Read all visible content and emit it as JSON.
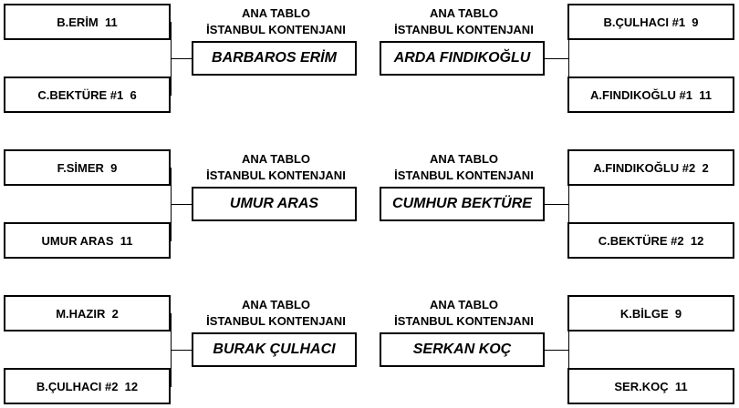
{
  "matches": [
    {
      "header_line1": "ANA TABLO",
      "header_line2": "İSTANBUL KONTENJANI",
      "player_top": "B.ERİM  11",
      "player_bottom": "C.BEKTÜRE #1  6",
      "winner": "BARBAROS ERİM"
    },
    {
      "header_line1": "ANA TABLO",
      "header_line2": "İSTANBUL KONTENJANI",
      "player_top": "B.ÇULHACI #1  9",
      "player_bottom": "A.FINDIKOĞLU #1  11",
      "winner": "ARDA FINDIKOĞLU"
    },
    {
      "header_line1": "ANA TABLO",
      "header_line2": "İSTANBUL KONTENJANI",
      "player_top": "F.SİMER  9",
      "player_bottom": "UMUR ARAS  11",
      "winner": "UMUR ARAS"
    },
    {
      "header_line1": "ANA TABLO",
      "header_line2": "İSTANBUL KONTENJANI",
      "player_top": "A.FINDIKOĞLU #2  2",
      "player_bottom": "C.BEKTÜRE #2  12",
      "winner": "CUMHUR BEKTÜRE"
    },
    {
      "header_line1": "ANA TABLO",
      "header_line2": "İSTANBUL KONTENJANI",
      "player_top": "M.HAZIR  2",
      "player_bottom": "B.ÇULHACI #2  12",
      "winner": "BURAK ÇULHACI"
    },
    {
      "header_line1": "ANA TABLO",
      "header_line2": "İSTANBUL KONTENJANI",
      "player_top": "K.BİLGE  9",
      "player_bottom": "SER.KOÇ  11",
      "winner": "SERKAN KOÇ"
    }
  ]
}
